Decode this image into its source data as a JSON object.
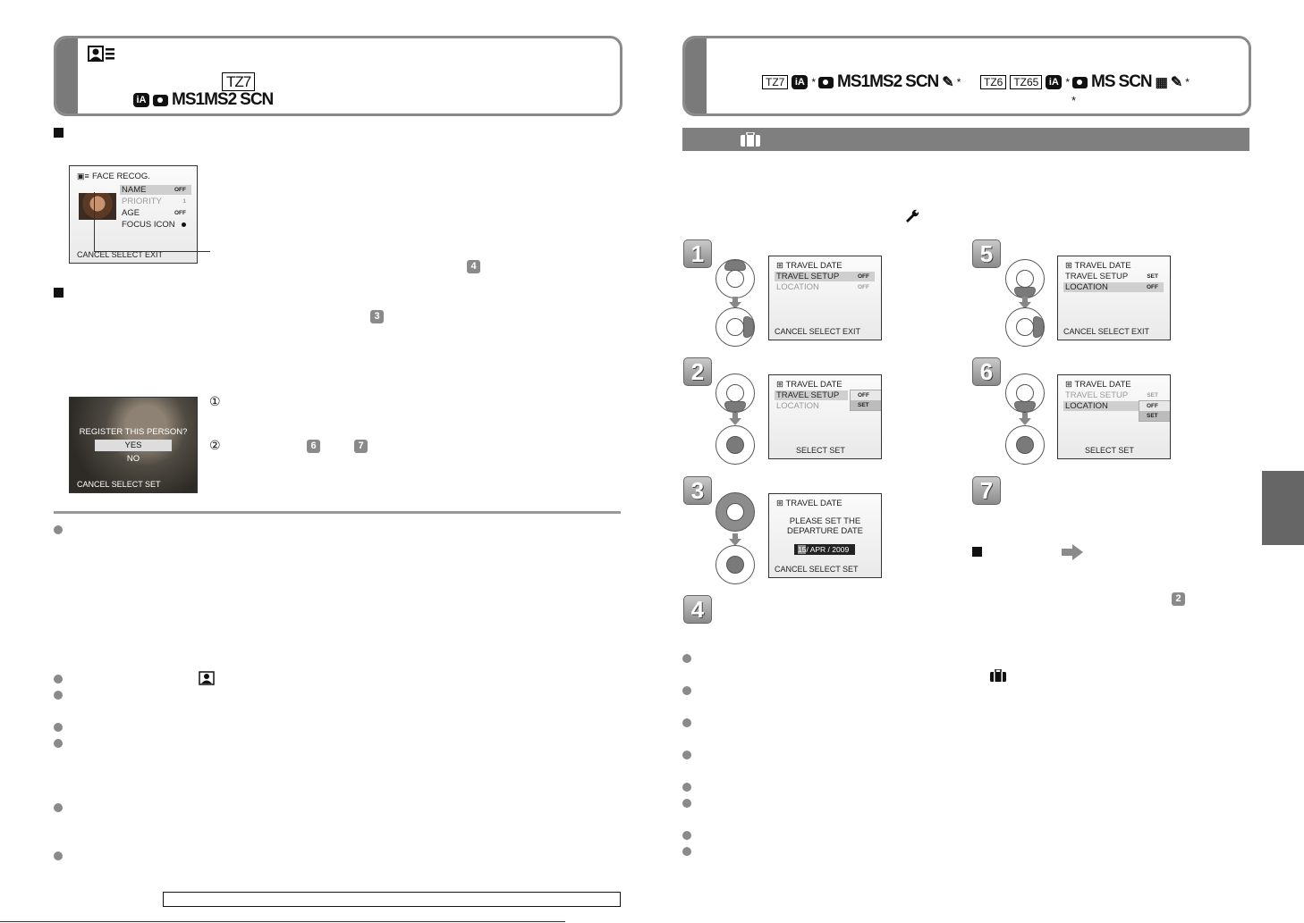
{
  "left_header": {
    "model_badge": "TZ7",
    "modes": {
      "ia": "iA",
      "ms": "MS1MS2",
      "scn": "SCN"
    }
  },
  "right_header": {
    "tz7_badge": "TZ7",
    "ast1": "*",
    "ms1ms2": "MS1MS2",
    "scn1": "SCN",
    "ast2": "*",
    "tz6_badge": "TZ6",
    "tz65_badge": "TZ65",
    "ast3": "*",
    "ms": "MS",
    "scn2": "SCN",
    "ast4": "*",
    "footnote_mark": "*"
  },
  "face_recog_screen": {
    "title": "FACE RECOG.",
    "rows": [
      {
        "label": "NAME",
        "value": "OFF"
      },
      {
        "label": "PRIORITY",
        "value": "1"
      },
      {
        "label": "AGE",
        "value": "OFF"
      },
      {
        "label": "FOCUS ICON",
        "value": ""
      }
    ],
    "footer": "CANCEL SELECT EXIT"
  },
  "register_screen": {
    "question": "REGISTER THIS PERSON?",
    "yes": "YES",
    "no": "NO",
    "footer": "CANCEL SELECT SET"
  },
  "circled": {
    "one": "①",
    "two": "②"
  },
  "ref_badges": {
    "four": "4",
    "three": "3",
    "six": "6",
    "seven": "7",
    "two": "2"
  },
  "steps": [
    "1",
    "2",
    "3",
    "4",
    "5",
    "6",
    "7"
  ],
  "travel_screens": {
    "s1": {
      "title": "TRAVEL DATE",
      "row1": "TRAVEL SETUP",
      "row1_val": "OFF",
      "row2": "LOCATION",
      "row2_val": "OFF",
      "footer": "CANCEL SELECT EXIT"
    },
    "s2": {
      "title": "TRAVEL DATE",
      "row1": "TRAVEL SETUP",
      "row2": "LOCATION",
      "opt1": "OFF",
      "opt2": "SET",
      "footer": "SELECT SET"
    },
    "s3": {
      "title": "TRAVEL DATE",
      "msg1": "PLEASE SET THE",
      "msg2": "DEPARTURE DATE",
      "day": "15",
      "rest": "/ APR / 2009",
      "footer": "CANCEL SELECT SET"
    },
    "s5": {
      "title": "TRAVEL DATE",
      "row1": "TRAVEL SETUP",
      "row1_val": "SET",
      "row2": "LOCATION",
      "row2_val": "OFF",
      "footer": "CANCEL SELECT EXIT"
    },
    "s6": {
      "title": "TRAVEL DATE",
      "row1": "TRAVEL SETUP",
      "row1_val": "SET",
      "row2": "LOCATION",
      "opt1": "OFF",
      "opt2": "SET",
      "footer": "SELECT SET"
    }
  },
  "colors": {
    "frame": "#8a8a8a",
    "tab": "#7a7a7a",
    "section_bar": "#7f7f7f",
    "side_tab": "#666666"
  }
}
